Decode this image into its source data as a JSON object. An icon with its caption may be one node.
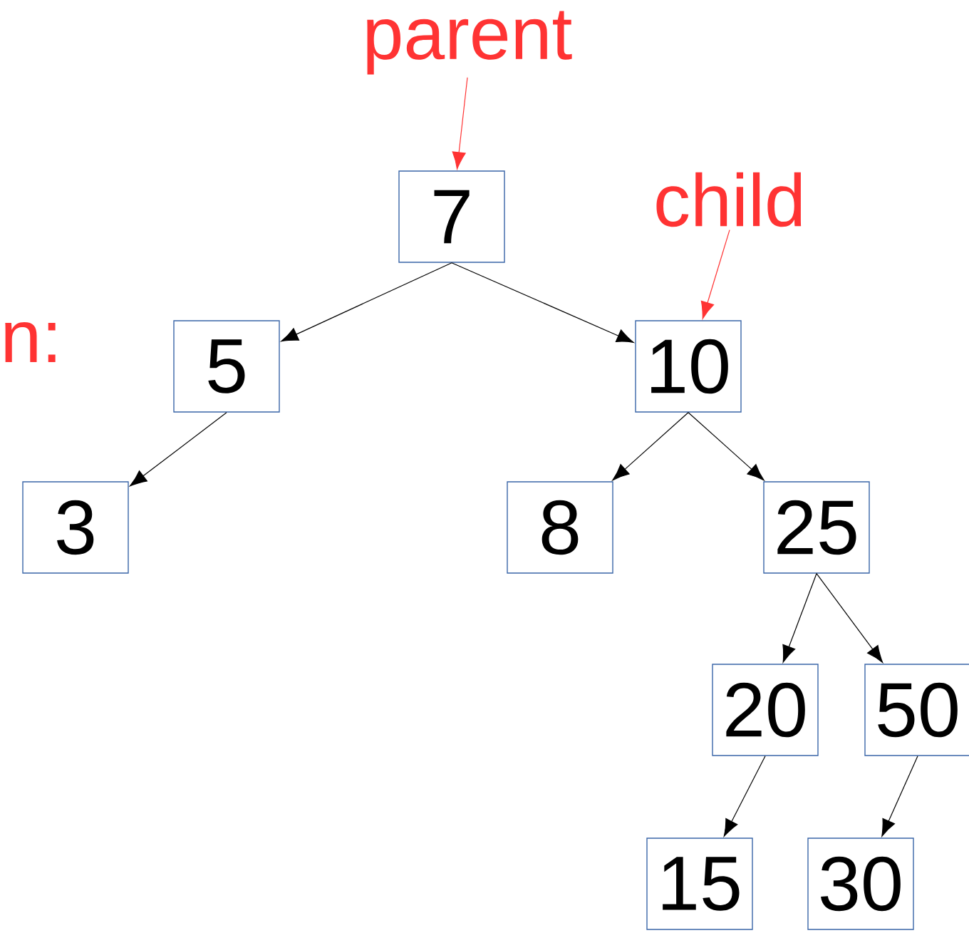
{
  "diagram": {
    "nodes": [
      {
        "text": [
          "7"
        ]
      },
      {
        "text": [
          "5"
        ]
      },
      {
        "text": [
          "10"
        ]
      },
      {
        "text": [
          "3"
        ]
      },
      {
        "text": [
          "8"
        ]
      },
      {
        "text": [
          "25"
        ]
      },
      {
        "text": [
          "20"
        ]
      },
      {
        "text": [
          "50"
        ]
      },
      {
        "text": [
          "15"
        ]
      },
      {
        "text": [
          "30"
        ]
      },
      {
        "text": [
          "parent"
        ]
      },
      {
        "text": [
          "child"
        ]
      }
    ],
    "edges": [
      {
        "from": 0,
        "to": 1,
        "arrow": "to"
      },
      {
        "from": 0,
        "to": 2,
        "arrow": "to"
      },
      {
        "from": 1,
        "to": 3,
        "arrow": "to"
      },
      {
        "from": 2,
        "to": 4,
        "arrow": "to"
      },
      {
        "from": 2,
        "to": 5,
        "arrow": "to"
      },
      {
        "from": 5,
        "to": 6,
        "arrow": "to"
      },
      {
        "from": 5,
        "to": 7,
        "arrow": "to"
      },
      {
        "from": 6,
        "to": 8,
        "arrow": "to"
      },
      {
        "from": 7,
        "to": 9,
        "arrow": "to"
      },
      {
        "from": 10,
        "to": 0,
        "arrow": "to",
        "color": "#ff3333"
      },
      {
        "from": 11,
        "to": 2,
        "arrow": "to",
        "color": "#ff3333"
      }
    ],
    "labels": [
      "n:"
    ]
  }
}
